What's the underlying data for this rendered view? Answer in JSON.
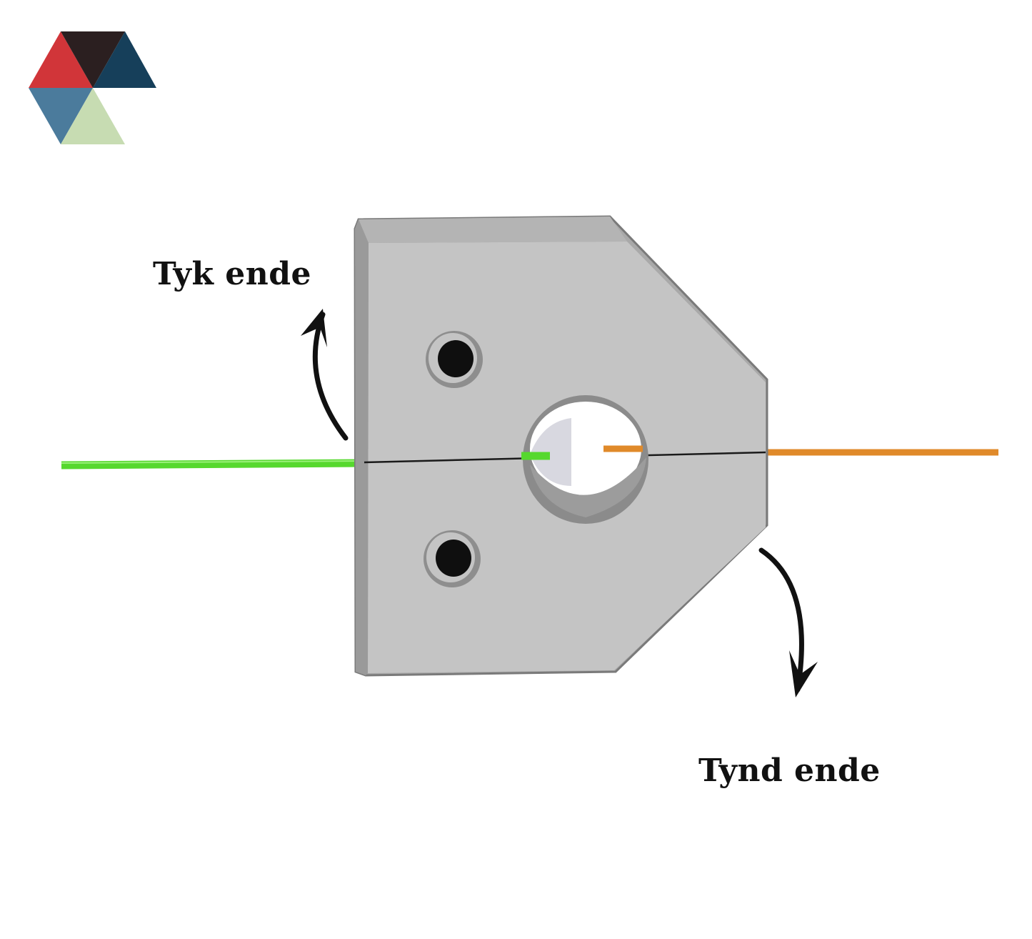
{
  "labels": {
    "thick_end": "Tyk ende",
    "thin_end": "Tynd ende"
  },
  "icons": {
    "logo": "hexagon-triangles-logo",
    "connector": "filament-connector-block"
  },
  "colors": {
    "logo_red": "#d13539",
    "logo_dark": "#2b1f20",
    "logo_navy": "#163f5a",
    "logo_steel": "#4b7b9c",
    "logo_sage": "#c7dcb2",
    "block_face": "#c4c4c4",
    "block_edge": "#8e8e8e",
    "filament_green": "#56d82e",
    "filament_orange": "#e08a2a",
    "arrow": "#111111"
  }
}
